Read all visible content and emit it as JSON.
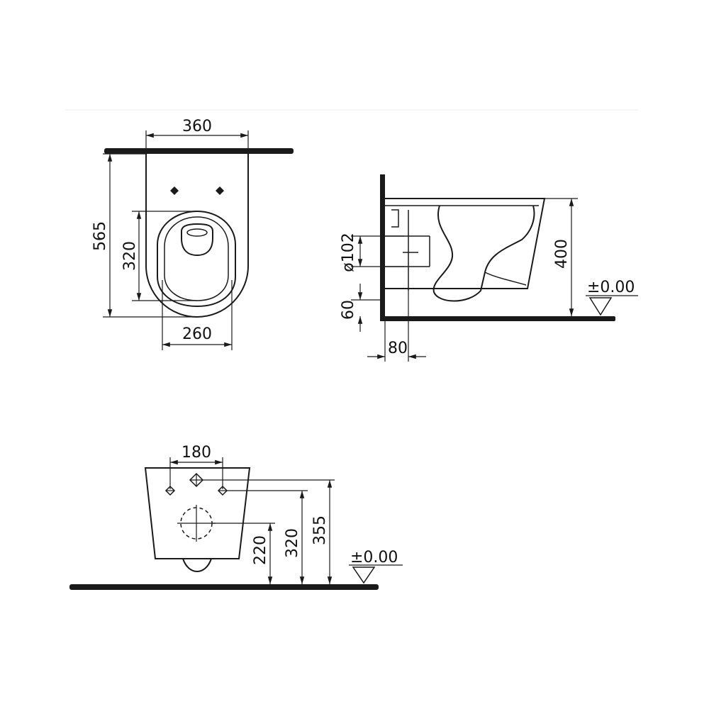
{
  "top_view": {
    "width_overall": "360",
    "length_overall": "565",
    "seat_length": "320",
    "seat_width": "260"
  },
  "side_view": {
    "outlet_diameter": "ø102",
    "outlet_height": "60",
    "wall_offset": "80",
    "height": "400",
    "floor_level": "±0.00"
  },
  "rear_view": {
    "bolt_spacing": "180",
    "outlet_height": "220",
    "bolt_height": "320",
    "top_height": "355",
    "floor_level": "±0.00"
  }
}
